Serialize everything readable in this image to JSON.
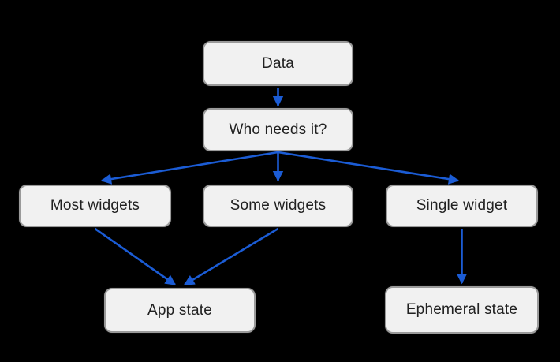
{
  "colors": {
    "background": "#000000",
    "node_fill": "#f1f1f1",
    "node_border": "#9a9a9a",
    "arrow": "#1b5cd5",
    "text": "#212121"
  },
  "diagram": {
    "type": "flowchart",
    "nodes": [
      {
        "id": "data",
        "label": "Data"
      },
      {
        "id": "who-needs-it",
        "label": "Who needs it?"
      },
      {
        "id": "most-widgets",
        "label": "Most widgets"
      },
      {
        "id": "some-widgets",
        "label": "Some widgets"
      },
      {
        "id": "single-widget",
        "label": "Single widget"
      },
      {
        "id": "app-state",
        "label": "App state"
      },
      {
        "id": "ephemeral-state",
        "label": "Ephemeral state"
      }
    ],
    "edges": [
      {
        "from": "data",
        "to": "who-needs-it"
      },
      {
        "from": "who-needs-it",
        "to": "most-widgets"
      },
      {
        "from": "who-needs-it",
        "to": "some-widgets"
      },
      {
        "from": "who-needs-it",
        "to": "single-widget"
      },
      {
        "from": "most-widgets",
        "to": "app-state"
      },
      {
        "from": "some-widgets",
        "to": "app-state"
      },
      {
        "from": "single-widget",
        "to": "ephemeral-state"
      }
    ]
  }
}
